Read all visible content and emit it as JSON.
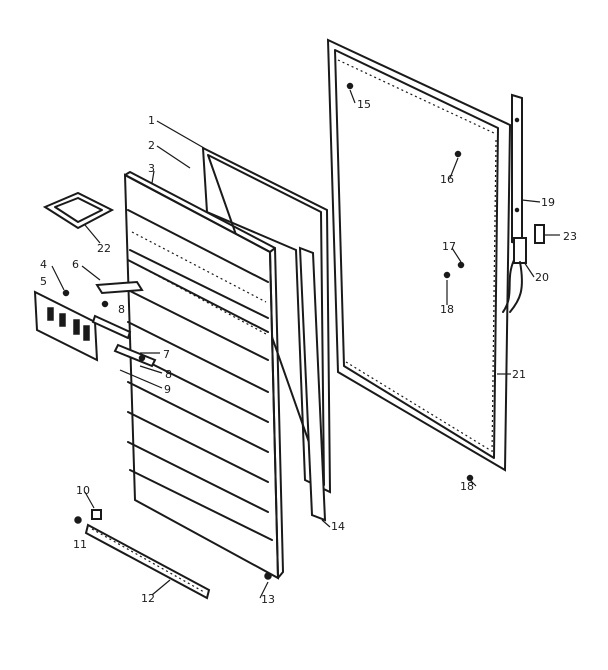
{
  "callouts": {
    "c1": "1",
    "c2": "2",
    "c3": "3",
    "c4": "4",
    "c5": "5",
    "c6": "6",
    "c7": "7",
    "c8a": "8",
    "c8b": "8",
    "c9": "9",
    "c10": "10",
    "c11": "11",
    "c12": "12",
    "c13": "13",
    "c14": "14",
    "c15": "15",
    "c16": "16",
    "c17": "17",
    "c18a": "18",
    "c18b": "18",
    "c19": "19",
    "c20": "20",
    "c21": "21",
    "c22": "22",
    "c23": "23"
  }
}
